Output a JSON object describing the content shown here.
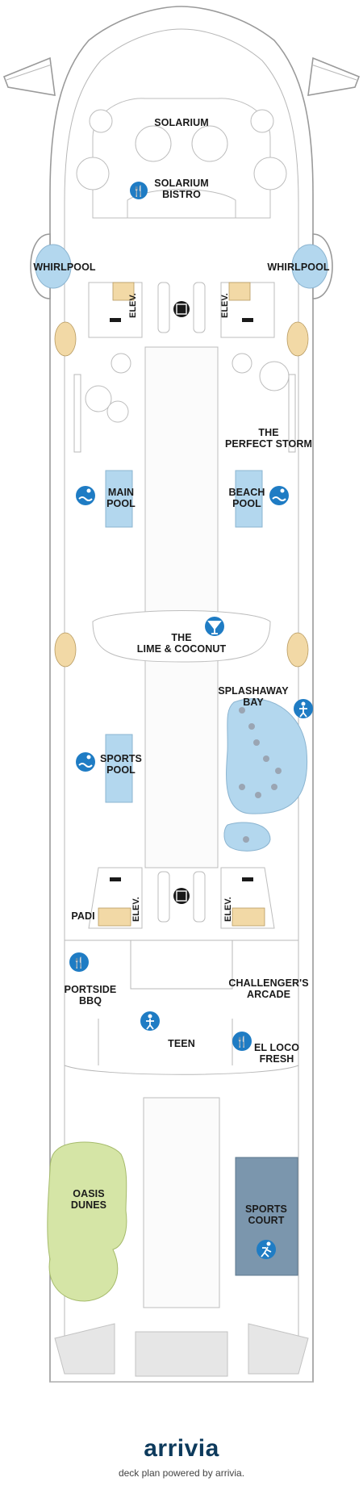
{
  "venues": {
    "solarium": "SOLARIUM",
    "solarium_bistro_1": "SOLARIUM",
    "solarium_bistro_2": "BISTRO",
    "whirlpool_left": "WHIRLPOOL",
    "whirlpool_right": "WHIRLPOOL",
    "elevator_label": "ELEV.",
    "perfect_storm_1": "THE",
    "perfect_storm_2": "PERFECT STORM",
    "main_pool_1": "MAIN",
    "main_pool_2": "POOL",
    "beach_pool_1": "BEACH",
    "beach_pool_2": "POOL",
    "lime_coconut_1": "THE",
    "lime_coconut_2": "LIME & COCONUT",
    "splashaway_1": "SPLASHAWAY",
    "splashaway_2": "BAY",
    "sports_pool_1": "SPORTS",
    "sports_pool_2": "POOL",
    "padi": "PADI",
    "portside_bbq_1": "PORTSIDE",
    "portside_bbq_2": "BBQ",
    "challengers_1": "CHALLENGER'S",
    "challengers_2": "ARCADE",
    "teen": "TEEN",
    "el_loco_1": "EL LOCO",
    "el_loco_2": "FRESH",
    "oasis_dunes_1": "OASIS",
    "oasis_dunes_2": "DUNES",
    "sports_court_1": "SPORTS",
    "sports_court_2": "COURT"
  },
  "icons": {
    "dining": "fork-knife-icon",
    "bar": "cocktail-glass-icon",
    "pool": "swimmer-icon",
    "kids": "child-icon",
    "sports": "runner-icon",
    "elevator": "elevator-icon",
    "stairs": "stairs-icon"
  },
  "colors": {
    "icon_blue": "#1f7cc4",
    "pool_blue": "#b3d7ee",
    "deck_wood": "#f2d9a6",
    "dunes_green": "#d5e5a6",
    "court_slate": "#7b96ad",
    "brand_navy": "#0d3a5c",
    "brand_accent": "#2fb3c9"
  },
  "footer": {
    "brand": "arrivia",
    "credit": "deck plan powered by arrivia."
  }
}
